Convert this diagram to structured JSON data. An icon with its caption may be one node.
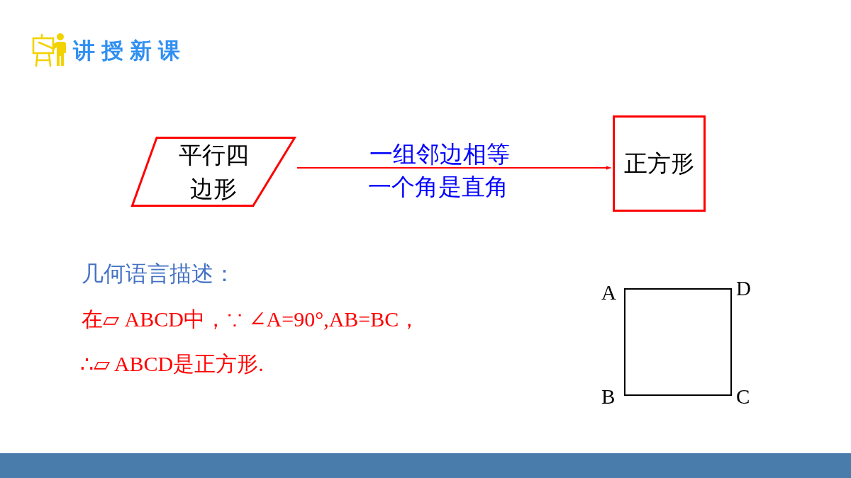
{
  "diagram": {
    "title": "讲授新课",
    "nodes": [
      {
        "text": [
          "平行四边形"
        ]
      },
      {
        "text": [
          "正方形"
        ]
      },
      {
        "text": [],
        "shape": "box",
        "beside": [
          "A",
          "D",
          "B",
          "C"
        ]
      }
    ],
    "edges": [
      {
        "from": 0,
        "to": 1,
        "arrow": "to",
        "label": "一组邻边相等",
        "color": "#ff0000"
      }
    ],
    "labels": [
      "一个角是直角",
      "几何语言描述：",
      "在▱ ABCD中，∵ ∠A=90°,AB=BC，",
      "∴▱ ABCD是正方形."
    ]
  }
}
